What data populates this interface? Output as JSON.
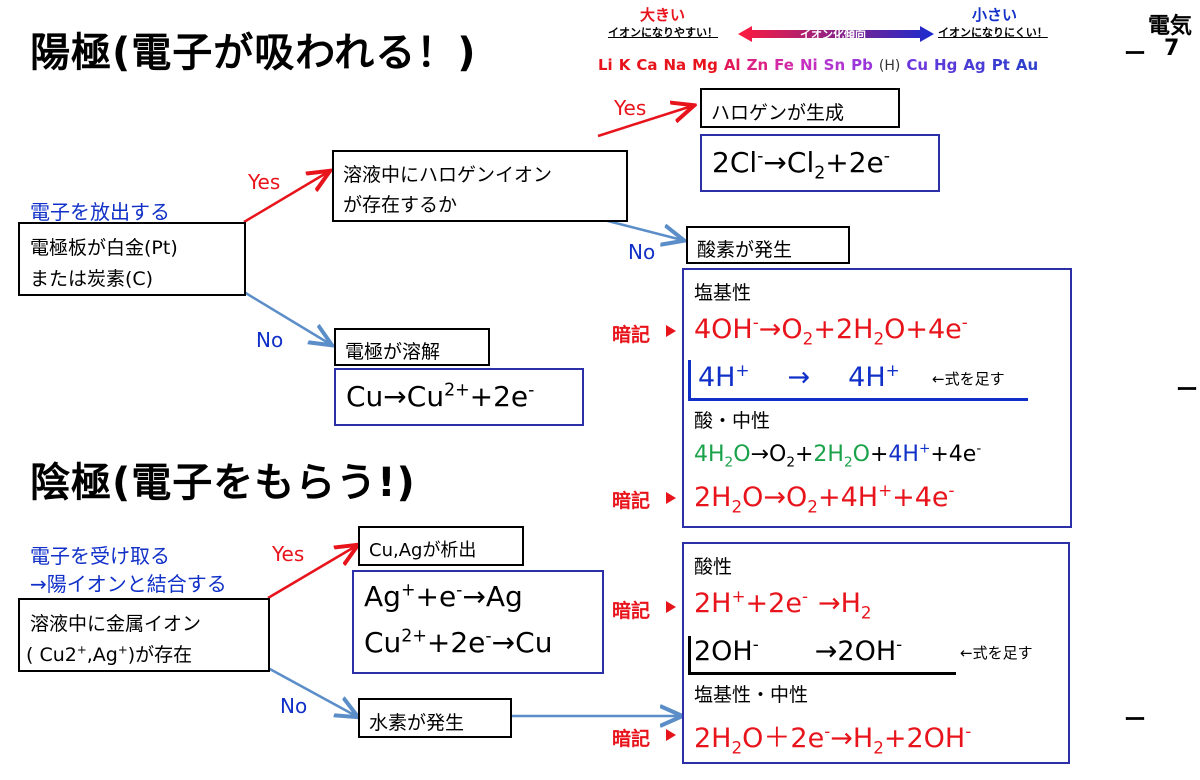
{
  "header": {
    "anode_title": "陽極(電子が吸われる！)",
    "cathode_title": "陰極(電子をもらう!)",
    "corner_label": "電気",
    "corner_number": "7",
    "dash": "ー"
  },
  "ionization": {
    "large": "大きい",
    "large_sub": "イオンになりやすい！",
    "middle": "イオン化傾向",
    "small": "小さい",
    "small_sub": "イオンになりにくい！",
    "elements": [
      "Li",
      "K",
      "Ca",
      "Na",
      "Mg",
      "Al",
      "Zn",
      "Fe",
      "Ni",
      "Sn",
      "Pb",
      "(H)",
      "Cu",
      "Hg",
      "Ag",
      "Pt",
      "Au"
    ],
    "element_colors": [
      "#e8141c",
      "#e8141c",
      "#e8141c",
      "#e8141c",
      "#e8141c",
      "#e31a5a",
      "#dc2285",
      "#d22aa5",
      "#c42fc0",
      "#b134d0",
      "#9a36da",
      "#333333",
      "#6a38dc",
      "#5a3ad8",
      "#4a3cd4",
      "#3b3ed0",
      "#2f40cc"
    ],
    "colors": {
      "large": "#e8141c",
      "small": "#1030c8",
      "arrow_start": "#ff1a3c",
      "arrow_end": "#1a2ad0"
    }
  },
  "anode": {
    "emit_label": "電子を放出する",
    "electrode_line1": "電極板が白金(Pt)",
    "electrode_line2": "または炭素(C)",
    "yes": "Yes",
    "no": "No",
    "question_line1": "溶液中にハロゲンイオン",
    "question_line2": "が存在するか",
    "q_yes": "Yes",
    "q_no": "No",
    "halogen_box": "ハロゲンが生成",
    "oxygen_box": "酸素が発生",
    "dissolve_box": "電極が溶解",
    "halogen_eq": {
      "a": "2Cl",
      "a_sup": "-",
      "arrow": "→",
      "b": "Cl",
      "b_sub": "2",
      "c": "+2e",
      "c_sup": "-"
    },
    "copper_eq": {
      "a": "Cu",
      "arrow": "→",
      "b": "Cu",
      "b_sup": "2+",
      "c": "+2e",
      "c_sup": "-"
    },
    "basic_title": "塩基性",
    "basic_eq": {
      "a": "4OH",
      "a_sup": "-",
      "arrow": "→",
      "b": "O",
      "b_sub": "2",
      "c": "+2H",
      "c_sub": "2",
      "d": "O+4e",
      "d_sup": "-"
    },
    "add_line": {
      "left": "4H",
      "left_sup": "+",
      "arrow": "→",
      "right": "4H",
      "right_sup": "+",
      "note": "←式を足す"
    },
    "neutral_title": "酸・中性",
    "neutral_eq1": {
      "a": "4H",
      "a_sub": "2",
      "a2": "O",
      "arrow": "→",
      "b": "O",
      "b_sub": "2",
      "plus": "+",
      "c": "2H",
      "c_sub": "2",
      "c2": "O",
      "plus2": "+",
      "d": "4H",
      "d_sup": "+",
      "e": "+4e",
      "e_sup": "-"
    },
    "neutral_eq2": {
      "a": "2H",
      "a_sub": "2",
      "a2": "O",
      "arrow": "→",
      "b": "O",
      "b_sub": "2",
      "c": "+4H",
      "c_sup": "+",
      "d": "+4e",
      "d_sup": "-"
    },
    "memo": "暗記"
  },
  "cathode": {
    "receive_line1": "電子を受け取る",
    "receive_line2": "→陽イオンと結合する",
    "solution_line1": "溶液中に金属イオン",
    "solution_line2a": "( Cu2",
    "solution_sup1": "+",
    "solution_line2b": ",Ag",
    "solution_sup2": "+",
    "solution_line2c": ")が存在",
    "yes": "Yes",
    "no": "No",
    "deposit_box": "Cu,Agが析出",
    "hydrogen_box": "水素が発生",
    "ag_eq": {
      "a": "Ag",
      "a_sup": "+",
      "b": "+e",
      "b_sup": "-",
      "arrow": "→",
      "c": "Ag"
    },
    "cu_eq": {
      "a": "Cu",
      "a_sup": "2+",
      "b": "+2e",
      "b_sup": "-",
      "arrow": "→",
      "c": "Cu"
    },
    "acid_title": "酸性",
    "acid_eq": {
      "a": "2H",
      "a_sup": "+",
      "b": "+2e",
      "b_sup": "-",
      "arrow": "→",
      "c": "H",
      "c_sub": "2"
    },
    "add_line": {
      "left": "2OH",
      "left_sup": "-",
      "arrow": "→",
      "right": "2OH",
      "right_sup": "-",
      "note": "←式を足す"
    },
    "basic_title": "塩基性・中性",
    "basic_eq": {
      "a": "2H",
      "a_sub": "2",
      "a2": "O",
      "plus": "＋",
      "b": "2e",
      "b_sup": "-",
      "arrow": "→",
      "c": "H",
      "c_sub": "2",
      "d": "+2OH",
      "d_sup": "-"
    },
    "memo": "暗記"
  },
  "colors": {
    "red": "#e8141c",
    "blue": "#1030c8",
    "green": "#1aa24a",
    "arrow_red": "#e8141c",
    "arrow_blue": "#5b8ec8",
    "box_border_blue": "#2b2fa8"
  }
}
